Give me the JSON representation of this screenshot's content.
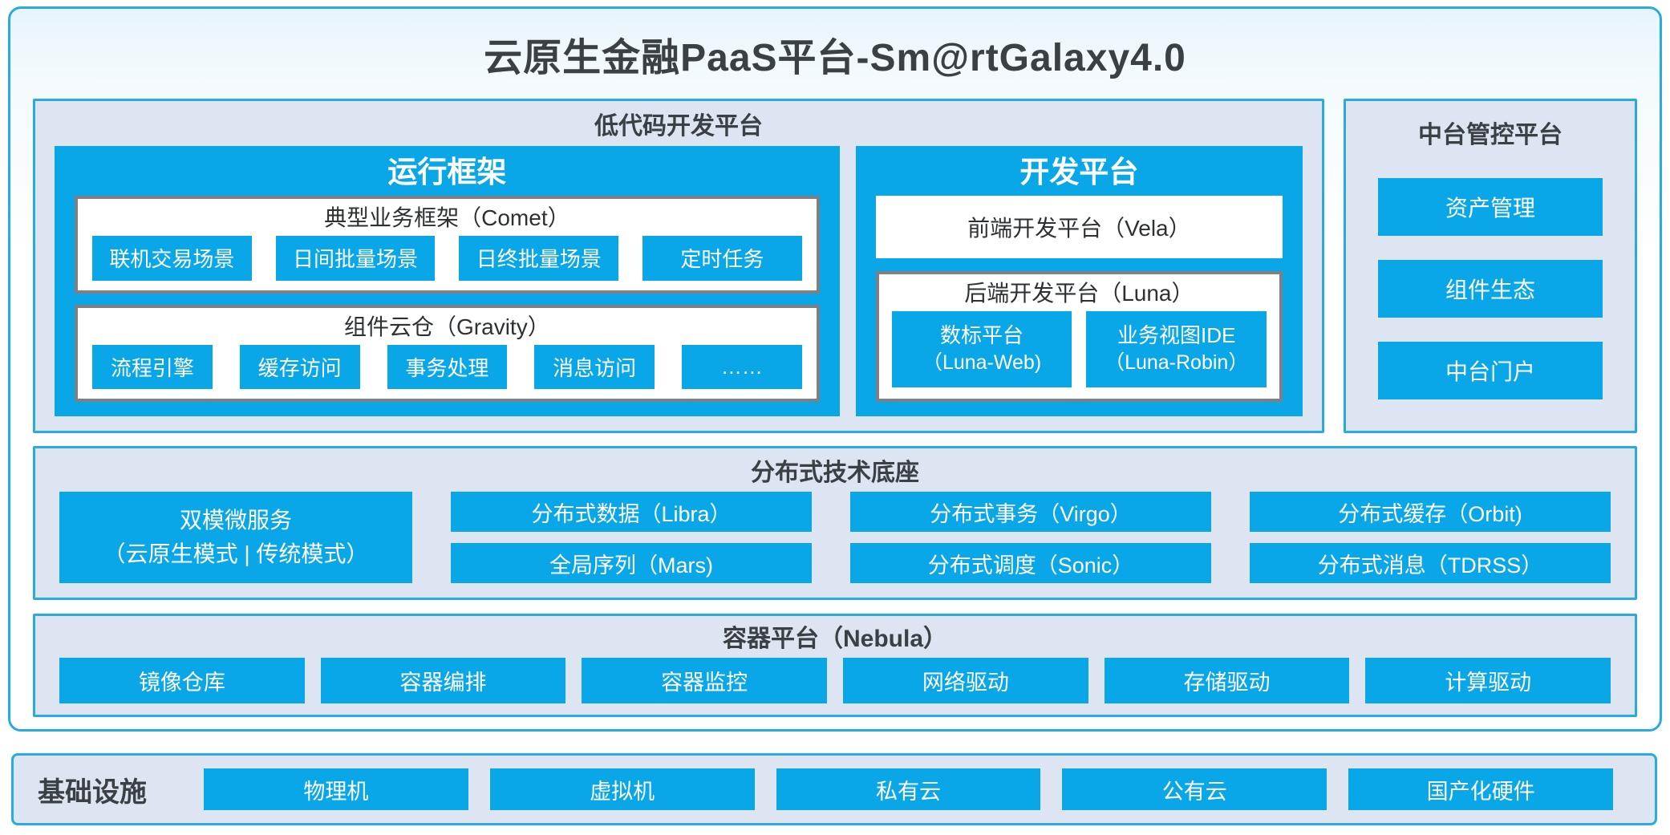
{
  "page": {
    "title": "云原生金融PaaS平台-Sm@rtGalaxy4.0"
  },
  "colors": {
    "accent_blue_fill": "#0aa7e8",
    "border_cyan": "#29abe2",
    "panel_bg": "#dce5f1",
    "gray_box_border": "#7d8084",
    "dark_title_text": "#3b4044"
  },
  "low_code": {
    "title": "低代码开发平台",
    "runtime": {
      "title": "运行框架",
      "comet": {
        "title": "典型业务框架（Comet）",
        "items": [
          "联机交易场景",
          "日间批量场景",
          "日终批量场景",
          "定时任务"
        ]
      },
      "gravity": {
        "title": "组件云仓（Gravity）",
        "items": [
          "流程引擎",
          "缓存访问",
          "事务处理",
          "消息访问",
          "……"
        ]
      }
    },
    "dev": {
      "title": "开发平台",
      "vela": "前端开发平台（Vela）",
      "luna": {
        "title": "后端开发平台（Luna）",
        "items": [
          {
            "line1": "数标平台",
            "line2": "（Luna-Web)"
          },
          {
            "line1": "业务视图IDE",
            "line2": "（Luna-Robin）"
          }
        ]
      }
    }
  },
  "mid_platform": {
    "title": "中台管控平台",
    "items": [
      "资产管理",
      "组件生态",
      "中台门户"
    ]
  },
  "distributed": {
    "title": "分布式技术底座",
    "dual_mode": {
      "line1": "双模微服务",
      "line2": "（云原生模式 | 传统模式）"
    },
    "columns": [
      [
        "分布式数据（Libra）",
        "全局序列（Mars)"
      ],
      [
        "分布式事务（Virgo）",
        "分布式调度（Sonic）"
      ],
      [
        "分布式缓存（Orbit)",
        "分布式消息（TDRSS）"
      ]
    ]
  },
  "container_platform": {
    "title": "容器平台（Nebula）",
    "items": [
      "镜像仓库",
      "容器编排",
      "容器监控",
      "网络驱动",
      "存储驱动",
      "计算驱动"
    ]
  },
  "infrastructure": {
    "title": "基础设施",
    "items": [
      "物理机",
      "虚拟机",
      "私有云",
      "公有云",
      "国产化硬件"
    ]
  }
}
